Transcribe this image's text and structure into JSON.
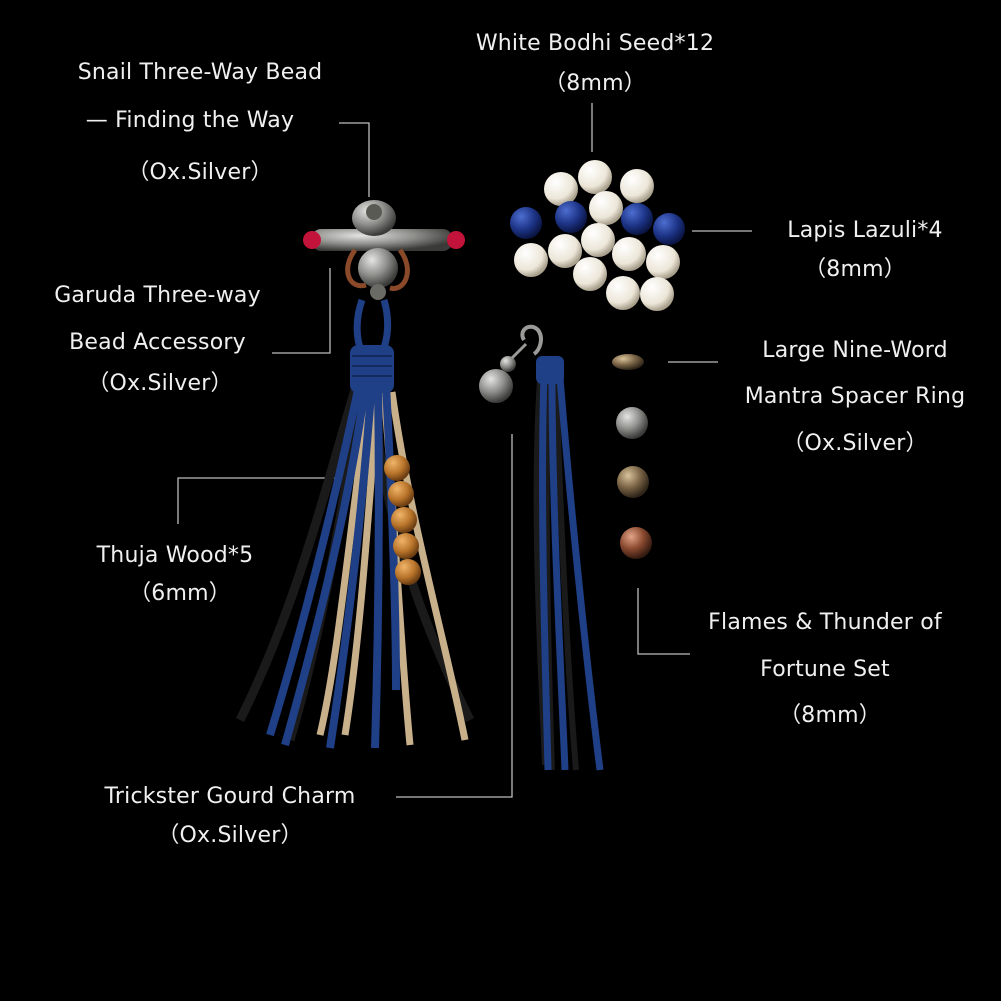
{
  "palette": {
    "background": "#000000",
    "text": "#f0f0f0",
    "leader_line": "#bdbdbd",
    "cord_blue": "#1f3f86",
    "cord_black": "#151515",
    "cord_beige": "#c9b48c",
    "lapis": "#203b8f",
    "bodhi": "#f3efe6",
    "thuja": "#c07a2c",
    "silver": "#9a9a98",
    "copper": "#8a4a2a",
    "red_stone": "#c2143a"
  },
  "labels": {
    "snail_line1": "Snail Three-Way Bead",
    "snail_line2": "— Finding the Way",
    "snail_line3": "（Ox.Silver）",
    "bodhi_line1": "White Bodhi Seed*12",
    "bodhi_line2": "（8mm）",
    "garuda_line1": "Garuda Three-way",
    "garuda_line2": "Bead Accessory",
    "garuda_line3": "（Ox.Silver）",
    "lapis_line1": "Lapis Lazuli*4",
    "lapis_line2": "（8mm）",
    "mantra_line1": "Large Nine-Word",
    "mantra_line2": "Mantra Spacer Ring",
    "mantra_line3": "（Ox.Silver）",
    "thuja_line1": "Thuja Wood*5",
    "thuja_line2": "（6mm）",
    "flames_line1": "Flames & Thunder of",
    "flames_line2": "Fortune Set",
    "flames_line3": "（8mm）",
    "gourd_line1": "Trickster Gourd Charm",
    "gourd_line2": "（Ox.Silver）"
  }
}
